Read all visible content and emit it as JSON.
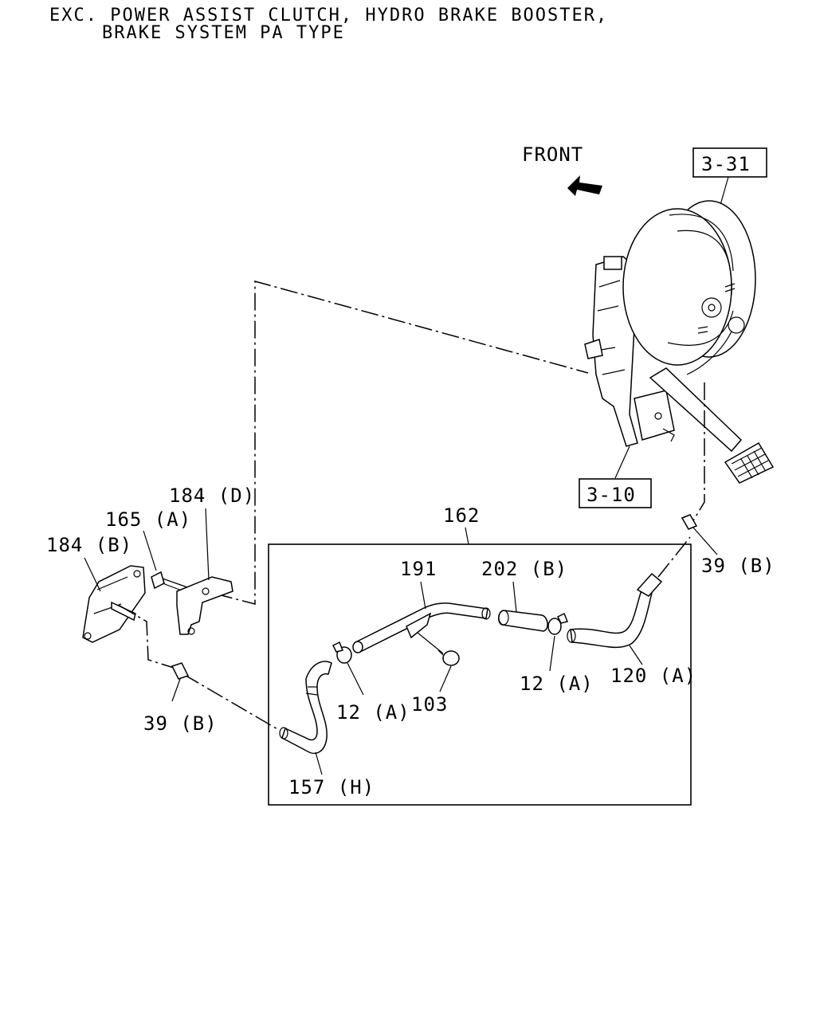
{
  "header": {
    "line1": "EXC. POWER ASSIST CLUTCH, HYDRO BRAKE BOOSTER,",
    "line2": "BRAKE SYSTEM PA TYPE"
  },
  "direction": {
    "label": "FRONT"
  },
  "refs": {
    "booster": "3-31",
    "pedal": "3-10"
  },
  "callouts": {
    "c184d": "184 (D)",
    "c165a": "165 (A)",
    "c184b": "184 (B)",
    "c162": "162",
    "c191": "191",
    "c202b": "202 (B)",
    "c39b_right": "39 (B)",
    "c39b_left": "39 (B)",
    "c12a_left": "12 (A)",
    "c103": "103",
    "c12a_right": "12 (A)",
    "c120a": "120 (A)",
    "c157h": "157 (H)"
  }
}
